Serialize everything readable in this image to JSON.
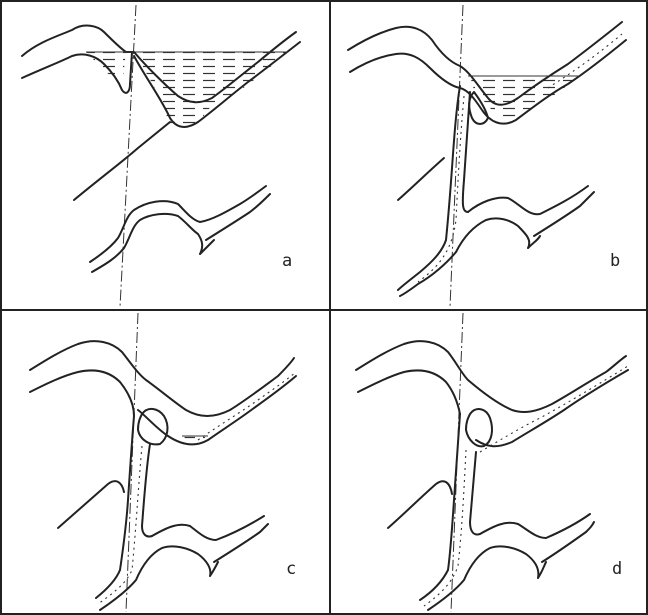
{
  "panels": [
    {
      "id": "a",
      "label": "a"
    },
    {
      "id": "b",
      "label": "b"
    },
    {
      "id": "c",
      "label": "c"
    },
    {
      "id": "d",
      "label": "d"
    }
  ],
  "colors": {
    "ink": "#222222",
    "background": "#ffffff"
  }
}
